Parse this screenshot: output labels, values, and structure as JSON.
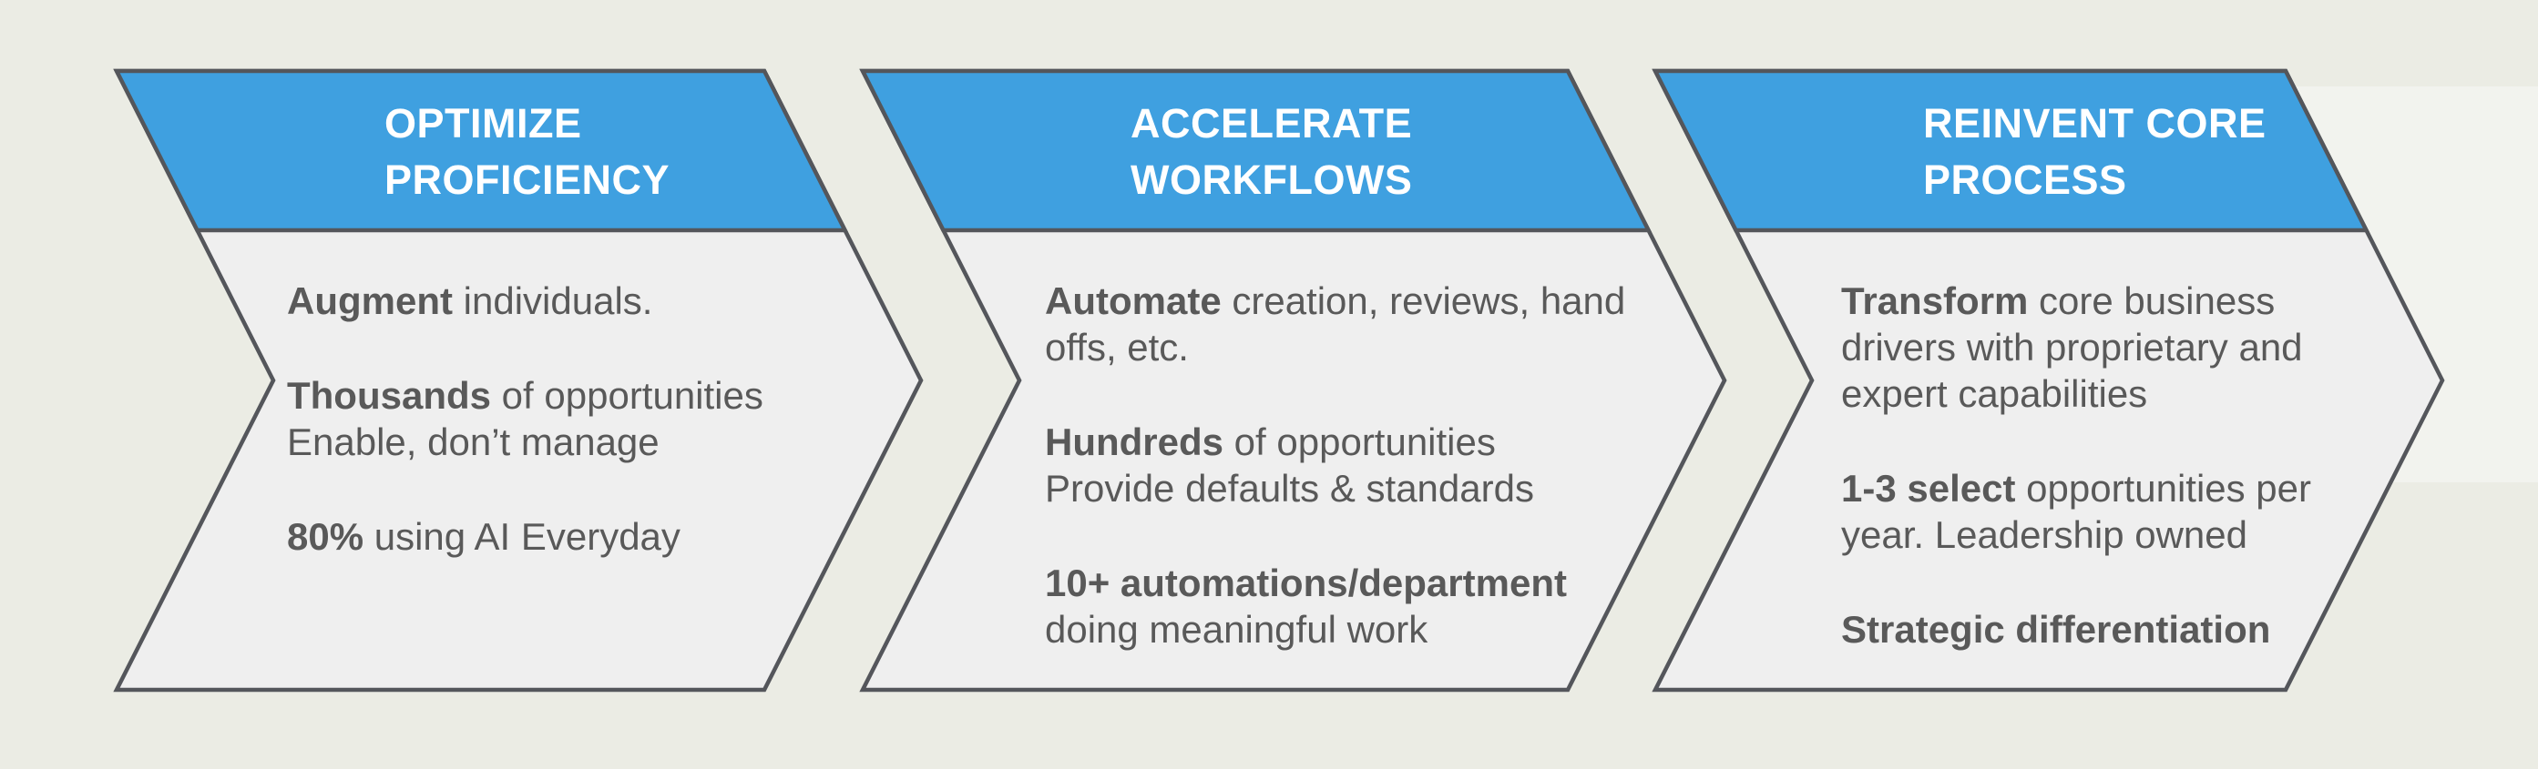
{
  "slide": {
    "type": "process-chevron-diagram"
  },
  "colors": {
    "background": "#EBECE4",
    "background_highlight": "rgba(255,255,255,0.38)",
    "chevron_body_fill": "#EFEFEF",
    "chevron_header_fill": "#3FA0E0",
    "outline_stroke": "#54565B",
    "header_text": "#FFFFFF",
    "body_text": "#595959"
  },
  "stages": [
    {
      "title_lines": [
        "OPTIMIZE",
        "PROFICIENCY"
      ],
      "paragraphs": [
        {
          "lines": [
            {
              "runs": [
                {
                  "t": "Augment",
                  "b": true
                },
                {
                  "t": " individuals.",
                  "b": false
                }
              ]
            }
          ]
        },
        {
          "lines": [
            {
              "runs": [
                {
                  "t": "Thousands",
                  "b": true
                },
                {
                  "t": " of opportunities",
                  "b": false
                }
              ]
            },
            {
              "runs": [
                {
                  "t": "Enable, don’t manage",
                  "b": false
                }
              ]
            }
          ]
        },
        {
          "lines": [
            {
              "runs": [
                {
                  "t": "80%",
                  "b": true
                },
                {
                  "t": " using AI Everyday",
                  "b": false
                }
              ]
            }
          ]
        }
      ]
    },
    {
      "title_lines": [
        "ACCELERATE",
        "WORKFLOWS"
      ],
      "paragraphs": [
        {
          "lines": [
            {
              "runs": [
                {
                  "t": "Automate",
                  "b": true
                },
                {
                  "t": " creation, reviews, hand",
                  "b": false
                }
              ]
            },
            {
              "runs": [
                {
                  "t": "offs, etc.",
                  "b": false
                }
              ]
            }
          ]
        },
        {
          "lines": [
            {
              "runs": [
                {
                  "t": "Hundreds",
                  "b": true
                },
                {
                  "t": " of opportunities",
                  "b": false
                }
              ]
            },
            {
              "runs": [
                {
                  "t": "Provide defaults & standards",
                  "b": false
                }
              ]
            }
          ]
        },
        {
          "lines": [
            {
              "runs": [
                {
                  "t": "10+ automations/department",
                  "b": true
                }
              ]
            },
            {
              "runs": [
                {
                  "t": "doing meaningful work",
                  "b": false
                }
              ]
            }
          ]
        }
      ]
    },
    {
      "title_lines": [
        "REINVENT CORE",
        "PROCESS"
      ],
      "paragraphs": [
        {
          "lines": [
            {
              "runs": [
                {
                  "t": "Transform",
                  "b": true
                },
                {
                  "t": " core business",
                  "b": false
                }
              ]
            },
            {
              "runs": [
                {
                  "t": "drivers with proprietary and",
                  "b": false
                }
              ]
            },
            {
              "runs": [
                {
                  "t": "expert capabilities",
                  "b": false
                }
              ]
            }
          ]
        },
        {
          "lines": [
            {
              "runs": [
                {
                  "t": "1-3 select",
                  "b": true
                },
                {
                  "t": " opportunities per",
                  "b": false
                }
              ]
            },
            {
              "runs": [
                {
                  "t": "year. Leadership owned",
                  "b": false
                }
              ]
            }
          ]
        },
        {
          "lines": [
            {
              "runs": [
                {
                  "t": "Strategic differentiation",
                  "b": true
                }
              ]
            }
          ]
        }
      ]
    }
  ]
}
